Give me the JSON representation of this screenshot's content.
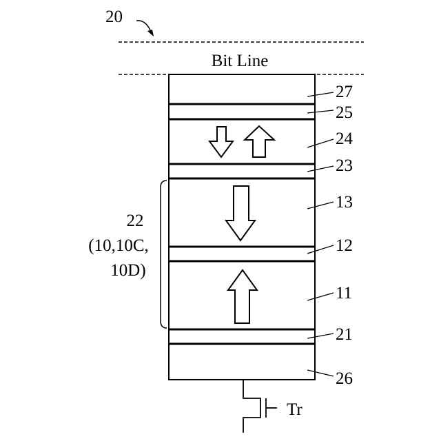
{
  "figure_ref": "20",
  "bit_line_label": "Bit Line",
  "layers": {
    "top_electrode": "27",
    "cap_layer": "25",
    "reference_layer": "24",
    "spacer_layer": "23",
    "free_layer_upper": "13",
    "free_layer_tunnel": "12",
    "free_layer_lower": "11",
    "seed_layer": "21",
    "bottom_electrode": "26"
  },
  "group_label": {
    "line1": "22",
    "line2": "(10,10C,",
    "line3": "10D)"
  },
  "transistor_label": "Tr",
  "colors": {
    "ink": "#000000",
    "background": "#ffffff"
  }
}
